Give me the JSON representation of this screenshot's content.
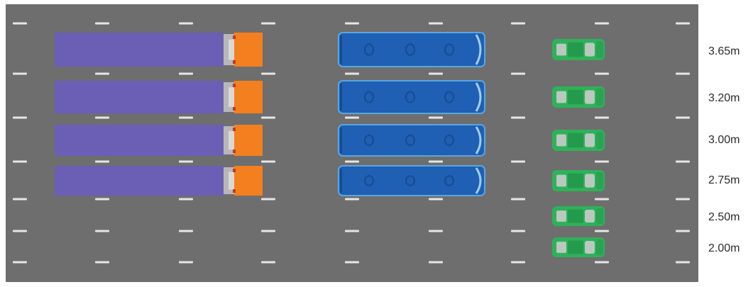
{
  "diagram": {
    "road_color": "#6e6e6e",
    "marking_color": "#e6e6e6",
    "lanes": [
      {
        "width_label": "3.65m",
        "vehicles": [
          "truck",
          "bus",
          "car"
        ]
      },
      {
        "width_label": "3.20m",
        "vehicles": [
          "truck",
          "bus",
          "car"
        ]
      },
      {
        "width_label": "3.00m",
        "vehicles": [
          "truck",
          "bus",
          "car"
        ]
      },
      {
        "width_label": "2.75m",
        "vehicles": [
          "truck",
          "bus",
          "car"
        ]
      },
      {
        "width_label": "2.50m",
        "vehicles": [
          "car"
        ]
      },
      {
        "width_label": "2.00m",
        "vehicles": [
          "car"
        ]
      }
    ],
    "vehicle_colors": {
      "truck_trailer": "#6a5fb5",
      "truck_cab": "#f47f1e",
      "bus": "#1f5fb4",
      "bus_trim": "#5aa6e0",
      "car": "#2fb15a",
      "car_glass": "#b9c9bf"
    },
    "icons": {
      "truck": "semi-truck-icon",
      "bus": "bus-icon",
      "car": "car-icon"
    }
  }
}
